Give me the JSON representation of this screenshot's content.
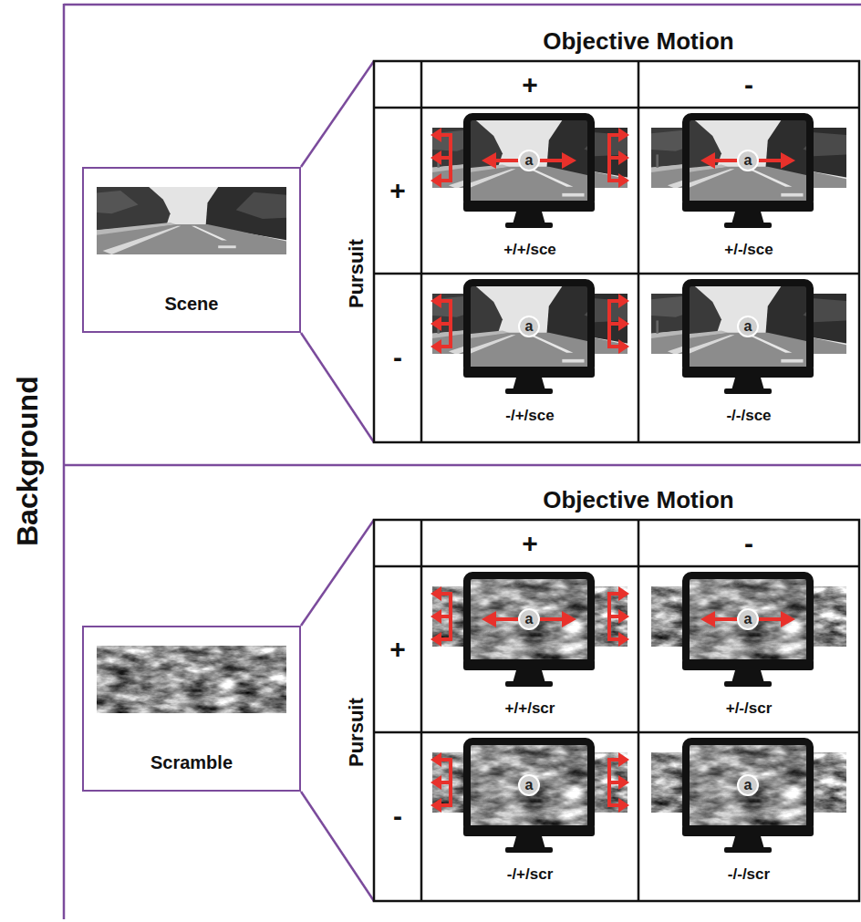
{
  "diagram": {
    "nodes": [
      {
        "text": [
          "Scene"
        ]
      },
      {
        "text": [
          "+/+/sce"
        ]
      },
      {
        "text": [
          "a"
        ],
        "in": 1
      },
      {
        "text": [
          "+/-/sce"
        ]
      },
      {
        "text": [
          "a"
        ],
        "in": 3
      },
      {
        "text": [
          "-/+/sce"
        ]
      },
      {
        "text": [
          "a"
        ],
        "in": 5
      },
      {
        "text": [
          "-/-/sce"
        ]
      },
      {
        "text": [
          "a"
        ],
        "in": 7
      },
      {
        "text": [
          "Scramble"
        ]
      },
      {
        "text": [
          "+/+/scr"
        ]
      },
      {
        "text": [
          "a"
        ],
        "in": 10
      },
      {
        "text": [
          "+/-/scr"
        ]
      },
      {
        "text": [
          "a"
        ],
        "in": 12
      },
      {
        "text": [
          "-/+/scr"
        ]
      },
      {
        "text": [
          "a"
        ],
        "in": 14
      },
      {
        "text": [
          "-/-/scr"
        ]
      },
      {
        "text": [
          "a"
        ],
        "in": 16
      }
    ],
    "labels": [
      "Background",
      "Objective Motion",
      "+",
      "-",
      "Pursuit",
      "+",
      "-",
      "Objective Motion",
      "+",
      "-",
      "Pursuit",
      "+",
      "-"
    ]
  }
}
